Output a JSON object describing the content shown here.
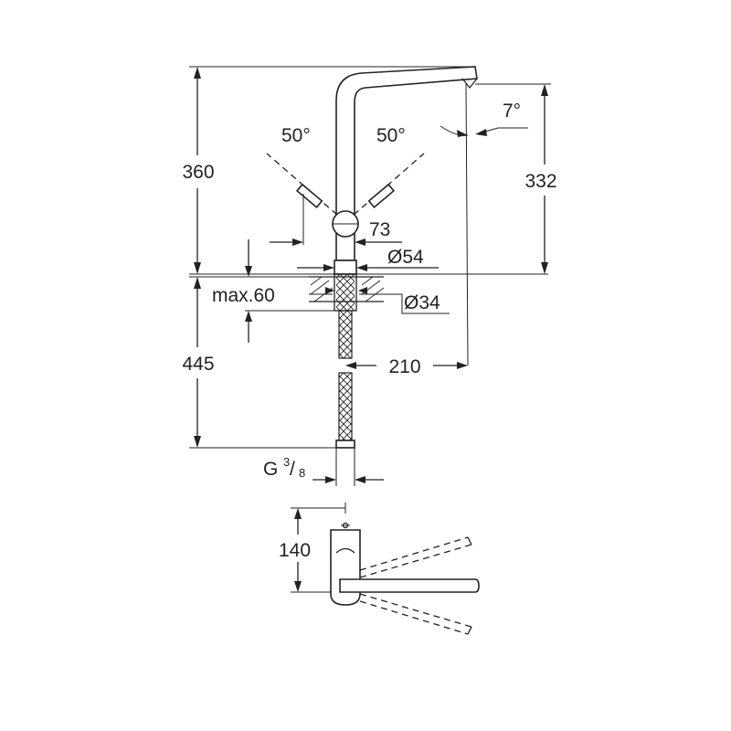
{
  "dimensions": {
    "overall_height": "360",
    "spout_height": "332",
    "angle_left": "50°",
    "angle_right": "50°",
    "spout_angle": "7°",
    "body_offset": "73",
    "base_diameter": "Ø54",
    "hole_diameter": "Ø34",
    "max_thickness": "max.60",
    "hose_length": "445",
    "spout_reach": "210",
    "connection_thread": "G",
    "connection_thread_fraction_num": "3",
    "connection_thread_fraction_den": "8",
    "top_view_depth": "140"
  },
  "colors": {
    "line": "#222222",
    "background": "#ffffff"
  }
}
